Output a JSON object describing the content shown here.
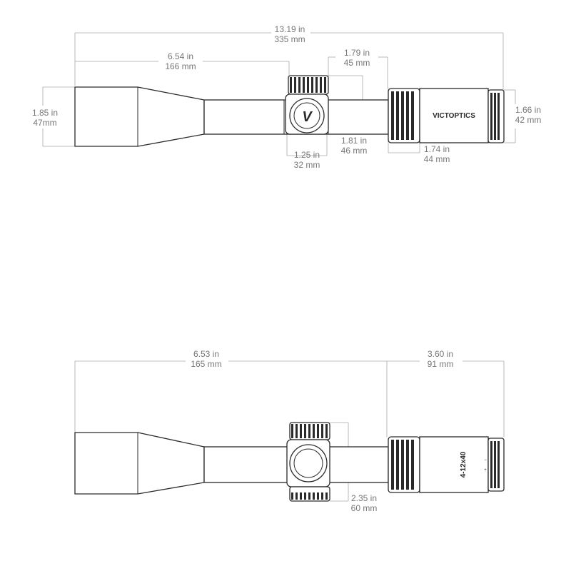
{
  "colors": {
    "outline": "#2a2a2a",
    "dimension": "#a8a8a8",
    "dimension_text": "#777777"
  },
  "top_view": {
    "dimensions": {
      "overall_length": {
        "in": "13.19 in",
        "mm": "335 mm"
      },
      "objective_to_turret": {
        "in": "6.54 in",
        "mm": "166 mm"
      },
      "turret_to_eyepiece": {
        "in": "1.79 in",
        "mm": "45 mm"
      },
      "objective_diameter": {
        "in": "1.85 in",
        "mm": "47mm"
      },
      "eyepiece_diameter": {
        "in": "1.66 in",
        "mm": "42 mm"
      },
      "turret_diameter": {
        "in": "1.25 in",
        "mm": "32 mm"
      },
      "turret_height": {
        "in": "1.81 in",
        "mm": "46 mm"
      },
      "eyepiece_length": {
        "in": "1.74 in",
        "mm": "44 mm"
      }
    },
    "brand": "VICTOPTICS",
    "logo_letter": "V"
  },
  "side_view": {
    "dimensions": {
      "front_length": {
        "in": "6.53 in",
        "mm": "165 mm"
      },
      "rear_length": {
        "in": "3.60 in",
        "mm": "91 mm"
      },
      "turret_span": {
        "in": "2.35 in",
        "mm": "60 mm"
      }
    },
    "magnification": "4-12x40"
  }
}
